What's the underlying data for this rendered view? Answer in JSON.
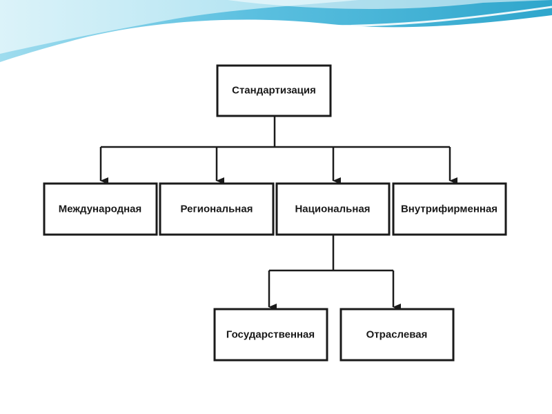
{
  "colors": {
    "header_wave_light": "#c8ecf4",
    "header_wave_mid": "#7fd0e6",
    "header_wave_dark": "#3aaed0",
    "ink": "#1a1a1a"
  },
  "diagram": {
    "root": "Стандартизация",
    "level1": [
      "Международная",
      "Региональная",
      "Национальная",
      "Внутрифирменная"
    ],
    "level2": [
      "Государственная",
      "Отраслевая"
    ],
    "level2_parent": "Национальная"
  }
}
